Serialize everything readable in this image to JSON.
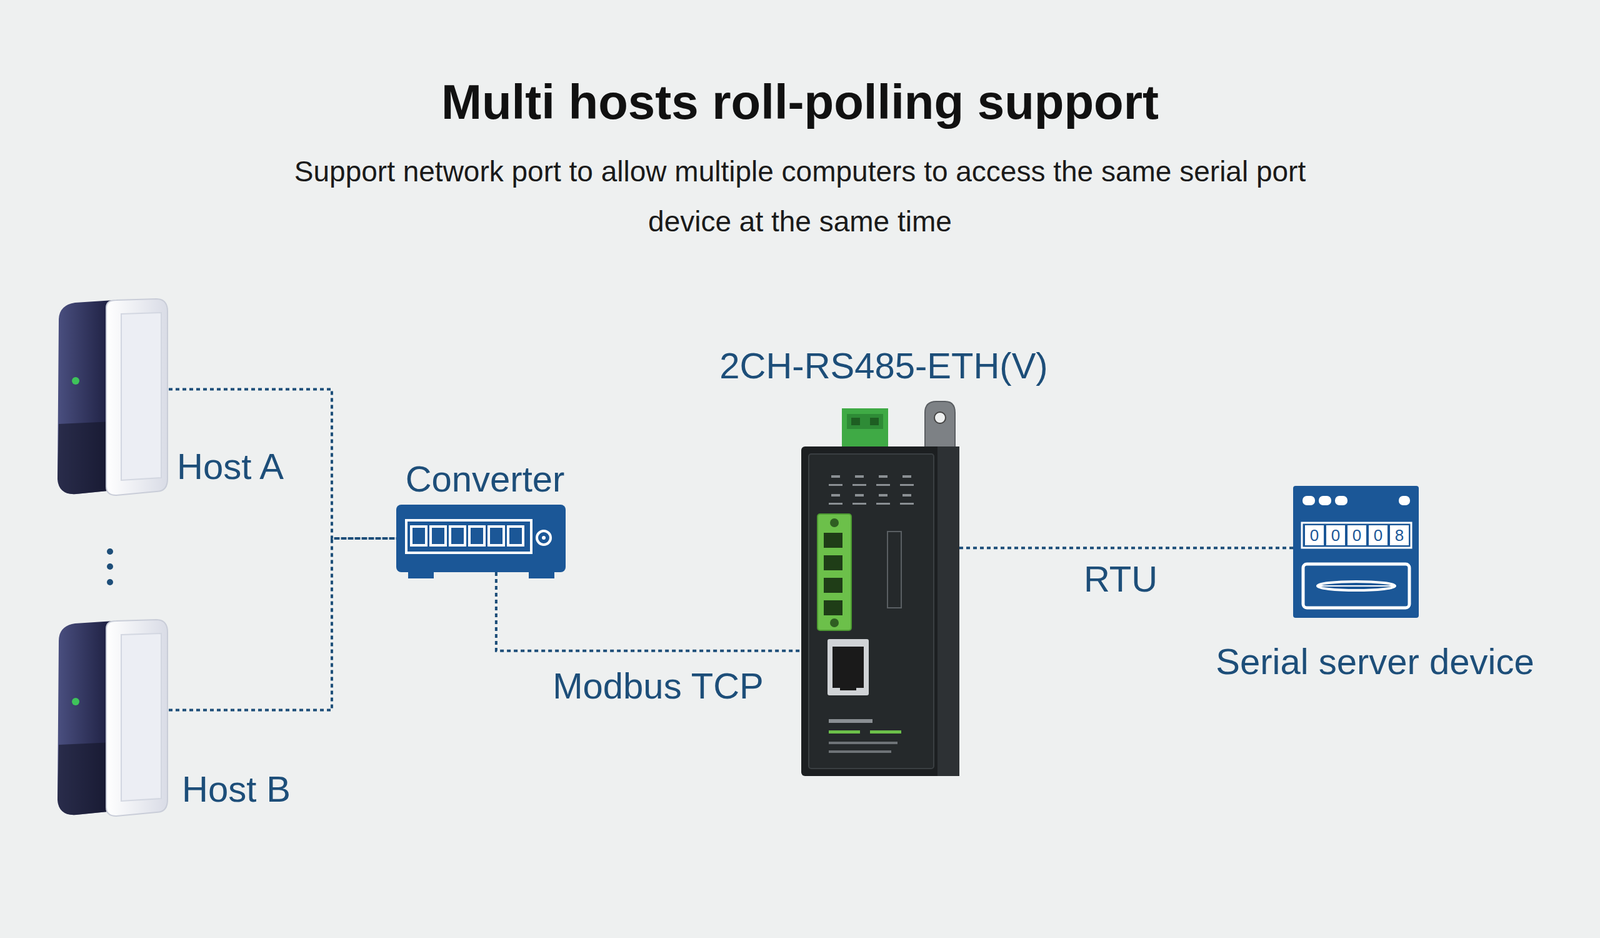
{
  "diagram": {
    "title": "Multi hosts roll-polling support",
    "nodes": [
      {
        "text": [
          "Host A"
        ]
      },
      {
        "text": [
          "Host B"
        ]
      },
      {
        "text": [
          "Converter"
        ]
      },
      {
        "text": [
          "2CH-RS485-ETH(V)"
        ]
      },
      {
        "text": [
          "Serial server device"
        ]
      }
    ],
    "edges": [
      {
        "from": 0,
        "to": 2,
        "arrow": "none"
      },
      {
        "from": 1,
        "to": 2,
        "arrow": "none"
      },
      {
        "from": 2,
        "to": 3,
        "label": "Modbus TCP",
        "arrow": "none"
      },
      {
        "from": 3,
        "to": 4,
        "label": "RTU",
        "arrow": "none"
      }
    ],
    "labels": [
      "Support network port to allow multiple computers to access the same serial port device at the same time",
      "0",
      "0",
      "0",
      "0",
      "8"
    ]
  }
}
